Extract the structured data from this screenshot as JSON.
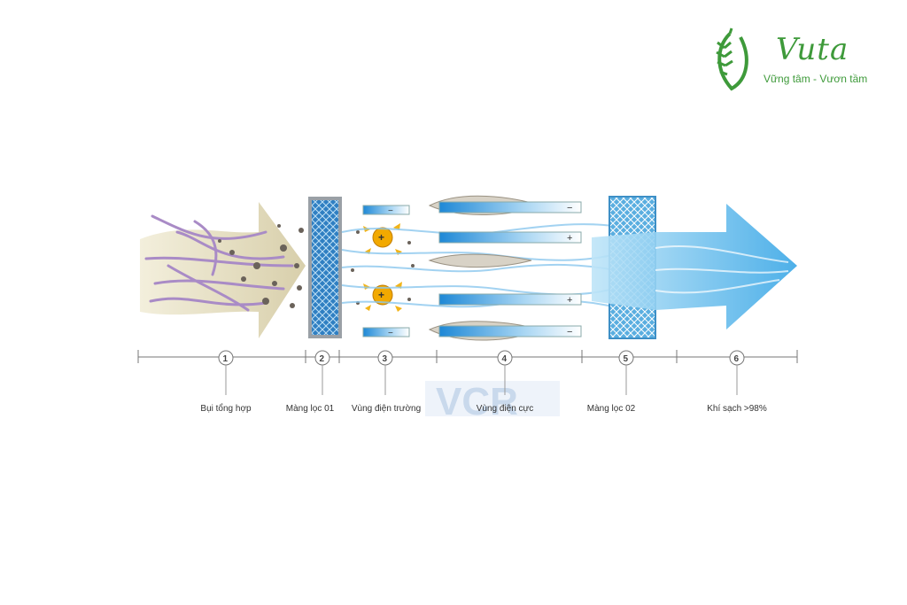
{
  "brand": {
    "name": "Vuta",
    "tagline": "Vững tâm - Vươn tầm",
    "color": "#3e9a3a"
  },
  "watermark": "VCR",
  "stages": [
    {
      "number": "1",
      "label": "Bụi tổng hợp"
    },
    {
      "number": "2",
      "label": "Màng lọc 01"
    },
    {
      "number": "3",
      "label": "Vùng điện trường"
    },
    {
      "number": "4",
      "label": "Vùng điện cực"
    },
    {
      "number": "5",
      "label": "Màng lọc 02"
    },
    {
      "number": "6",
      "label": "Khí sạch >98%"
    }
  ],
  "symbols": {
    "positive": "+",
    "negative": "−"
  },
  "colors": {
    "dust_arrow": "#e3dcc0",
    "fiber": "#a98bc6",
    "filter_blue": "#2f7fc2",
    "clean_air": "#4fb3ea",
    "ion": "#f2a900"
  }
}
